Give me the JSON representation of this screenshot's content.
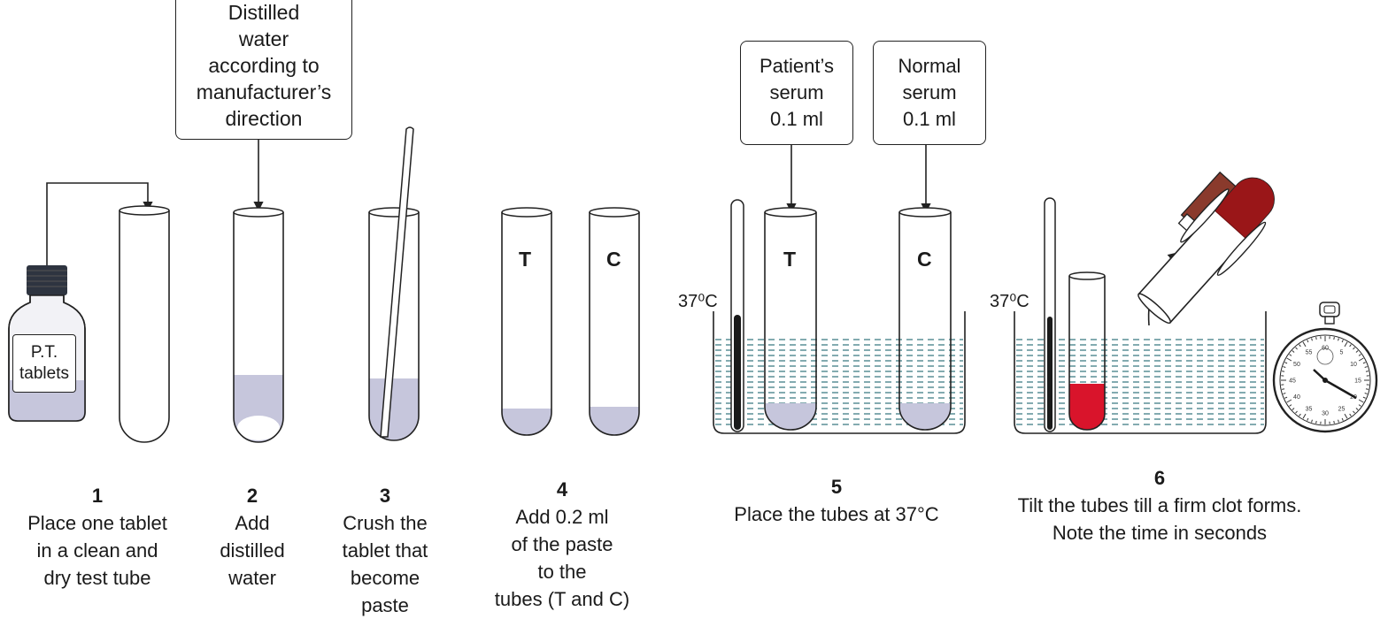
{
  "callouts": {
    "distilled": "Distilled\nwater\naccording to\nmanufacturer’s\ndirection",
    "patient_serum": "Patient’s\nserum\n0.1 ml",
    "normal_serum": "Normal\nserum\n0.1 ml"
  },
  "bottle": {
    "label": "P.T.\ntablets"
  },
  "tube_labels": {
    "test": "T",
    "control": "C"
  },
  "temperature": "37⁰C",
  "steps": [
    {
      "number": "1",
      "text": "Place one tablet\nin a clean and\ndry test tube"
    },
    {
      "number": "2",
      "text": "Add\ndistilled\nwater"
    },
    {
      "number": "3",
      "text": "Crush the\ntablet that\nbecome\npaste"
    },
    {
      "number": "4",
      "text": "Add 0.2 ml\nof the paste\nto the\ntubes (T and C)"
    },
    {
      "number": "5",
      "text": "Place the tubes at 37°C"
    },
    {
      "number": "6",
      "text": "Tilt the tubes till a firm clot forms.\nNote the time in seconds"
    }
  ],
  "stopwatch": {
    "ticks": [
      "60",
      "5",
      "10",
      "15",
      "20",
      "25",
      "30",
      "35",
      "40",
      "45",
      "50",
      "55"
    ]
  },
  "colors": {
    "paste": "#c6c6dc",
    "blood": "#d9142b",
    "clot": "#8c1a16",
    "water_line": "#5a8f96",
    "handle": "#8a3a2c"
  }
}
